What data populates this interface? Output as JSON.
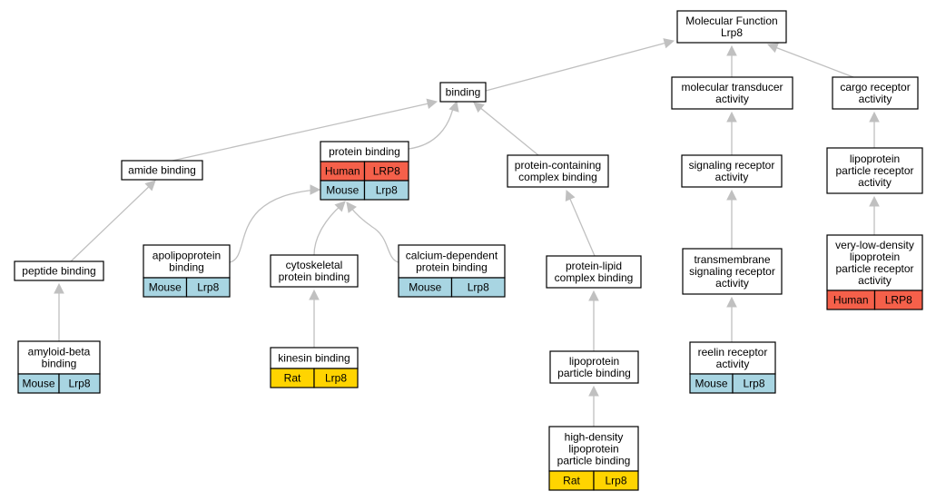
{
  "colors": {
    "human": "#f5604a",
    "mouse": "#a8d5e2",
    "rat": "#ffd400",
    "edge": "#c0c0c0",
    "node_border": "#000000"
  },
  "nodes": {
    "molecular_function": {
      "lines": [
        "Molecular Function",
        "Lrp8"
      ]
    },
    "binding": {
      "lines": [
        "binding"
      ]
    },
    "molecular_transducer": {
      "lines": [
        "molecular transducer",
        "activity"
      ]
    },
    "cargo_receptor": {
      "lines": [
        "cargo receptor",
        "activity"
      ]
    },
    "amide_binding": {
      "lines": [
        "amide binding"
      ]
    },
    "protein_binding": {
      "lines": [
        "protein binding"
      ],
      "rows": [
        {
          "species": "Human",
          "gene": "LRP8",
          "color": "human"
        },
        {
          "species": "Mouse",
          "gene": "Lrp8",
          "color": "mouse"
        }
      ]
    },
    "protein_containing": {
      "lines": [
        "protein-containing",
        "complex binding"
      ]
    },
    "signaling_receptor": {
      "lines": [
        "signaling receptor",
        "activity"
      ]
    },
    "lipoprotein_receptor": {
      "lines": [
        "lipoprotein",
        "particle receptor",
        "activity"
      ]
    },
    "peptide_binding": {
      "lines": [
        "peptide binding"
      ]
    },
    "apolipoprotein": {
      "lines": [
        "apolipoprotein",
        "binding"
      ],
      "rows": [
        {
          "species": "Mouse",
          "gene": "Lrp8",
          "color": "mouse"
        }
      ]
    },
    "cytoskeletal": {
      "lines": [
        "cytoskeletal",
        "protein binding"
      ]
    },
    "calcium_dependent": {
      "lines": [
        "calcium-dependent",
        "protein binding"
      ],
      "rows": [
        {
          "species": "Mouse",
          "gene": "Lrp8",
          "color": "mouse"
        }
      ]
    },
    "protein_lipid": {
      "lines": [
        "protein-lipid",
        "complex binding"
      ]
    },
    "transmembrane": {
      "lines": [
        "transmembrane",
        "signaling receptor",
        "activity"
      ]
    },
    "vldl_receptor": {
      "lines": [
        "very-low-density",
        "lipoprotein",
        "particle receptor",
        "activity"
      ],
      "rows": [
        {
          "species": "Human",
          "gene": "LRP8",
          "color": "human"
        }
      ]
    },
    "amyloid_beta": {
      "lines": [
        "amyloid-beta",
        "binding"
      ],
      "rows": [
        {
          "species": "Mouse",
          "gene": "Lrp8",
          "color": "mouse"
        }
      ]
    },
    "kinesin": {
      "lines": [
        "kinesin binding"
      ],
      "rows": [
        {
          "species": "Rat",
          "gene": "Lrp8",
          "color": "rat"
        }
      ]
    },
    "reelin": {
      "lines": [
        "reelin receptor",
        "activity"
      ],
      "rows": [
        {
          "species": "Mouse",
          "gene": "Lrp8",
          "color": "mouse"
        }
      ]
    },
    "lipoprotein_binding": {
      "lines": [
        "lipoprotein",
        "particle binding"
      ]
    },
    "hdl_binding": {
      "lines": [
        "high-density",
        "lipoprotein",
        "particle binding"
      ],
      "rows": [
        {
          "species": "Rat",
          "gene": "Lrp8",
          "color": "rat"
        }
      ]
    }
  },
  "edges": [
    {
      "from": "binding",
      "to": "molecular_function"
    },
    {
      "from": "molecular_transducer",
      "to": "molecular_function"
    },
    {
      "from": "cargo_receptor",
      "to": "molecular_function"
    },
    {
      "from": "amide_binding",
      "to": "binding"
    },
    {
      "from": "protein_binding",
      "to": "binding"
    },
    {
      "from": "protein_containing",
      "to": "binding"
    },
    {
      "from": "signaling_receptor",
      "to": "molecular_transducer"
    },
    {
      "from": "lipoprotein_receptor",
      "to": "cargo_receptor"
    },
    {
      "from": "peptide_binding",
      "to": "amide_binding"
    },
    {
      "from": "apolipoprotein",
      "to": "protein_binding"
    },
    {
      "from": "cytoskeletal",
      "to": "protein_binding"
    },
    {
      "from": "calcium_dependent",
      "to": "protein_binding"
    },
    {
      "from": "protein_lipid",
      "to": "protein_containing"
    },
    {
      "from": "transmembrane",
      "to": "signaling_receptor"
    },
    {
      "from": "vldl_receptor",
      "to": "lipoprotein_receptor"
    },
    {
      "from": "amyloid_beta",
      "to": "peptide_binding"
    },
    {
      "from": "kinesin",
      "to": "cytoskeletal"
    },
    {
      "from": "reelin",
      "to": "transmembrane"
    },
    {
      "from": "lipoprotein_binding",
      "to": "protein_lipid"
    },
    {
      "from": "hdl_binding",
      "to": "lipoprotein_binding"
    }
  ]
}
